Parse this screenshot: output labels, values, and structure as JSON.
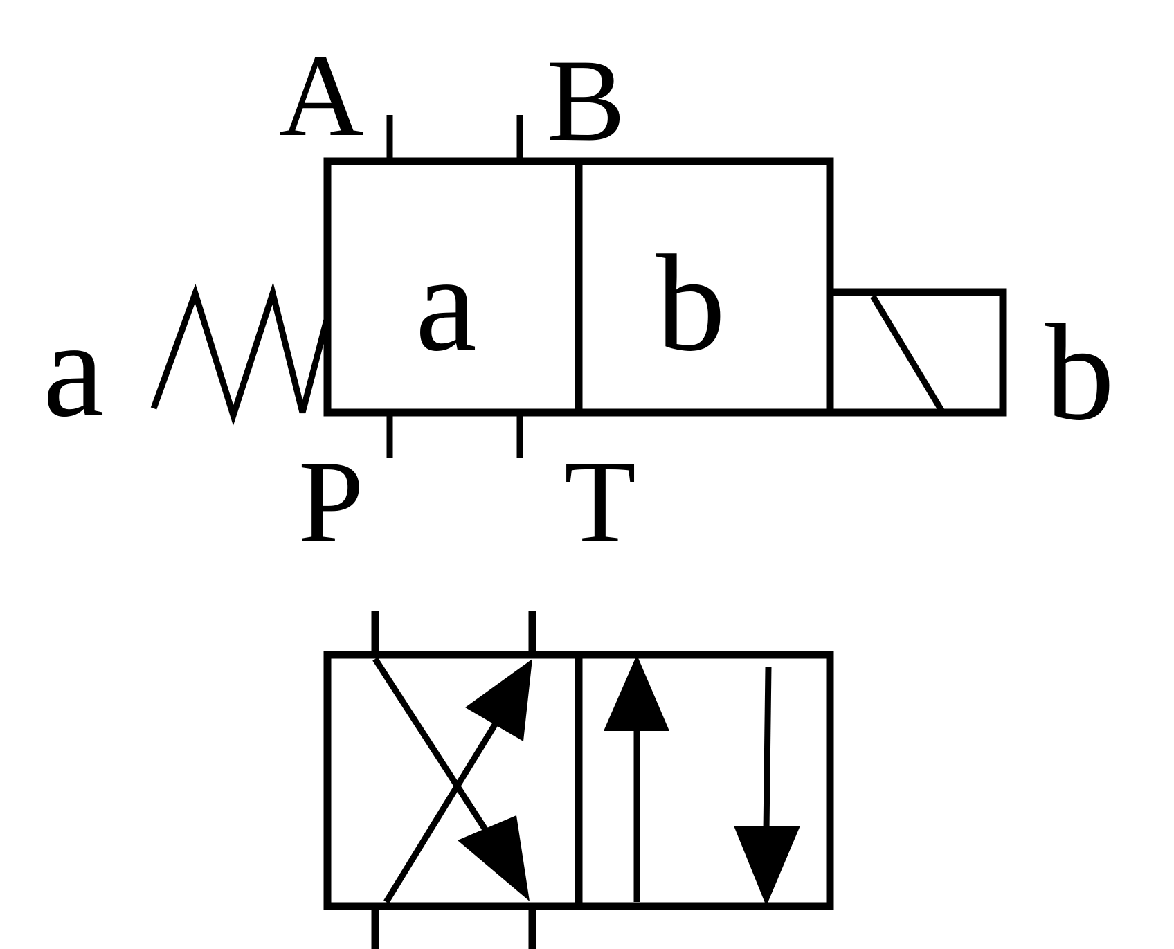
{
  "labels": {
    "port_a": "A",
    "port_b": "B",
    "port_p": "P",
    "port_t": "T",
    "position_a": "a",
    "position_b": "b",
    "actuator_a": "a",
    "actuator_b": "b"
  },
  "colors": {
    "ink": "#000000",
    "background": "#ffffff"
  },
  "icons": {
    "spring": "spring-icon",
    "solenoid": "solenoid-icon"
  }
}
